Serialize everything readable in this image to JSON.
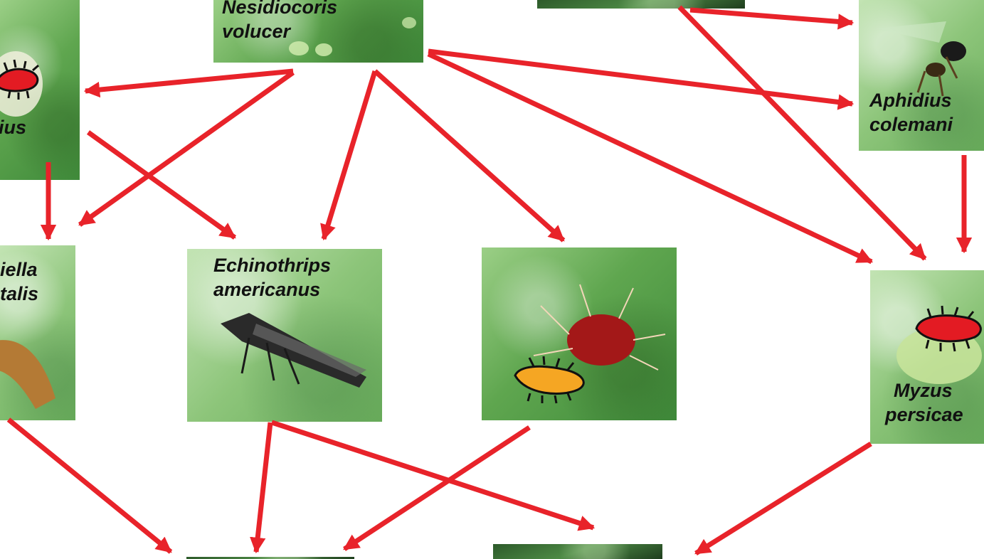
{
  "labels": {
    "nesidiocoris": [
      "Nesidiocoris",
      "volucer"
    ],
    "aphidius": [
      "Aphidius",
      "colemani"
    ],
    "macrolophus_partial": [
      "ius"
    ],
    "orius_partial": [
      "iella",
      "talis"
    ],
    "echinothrips": [
      "Echinothrips",
      "americanus"
    ],
    "myzus": [
      "Myzus",
      "persicae"
    ]
  },
  "colors": {
    "arrow": "#e8232a",
    "pest_badge": "#e31b23",
    "predator_badge": "#f5a623",
    "outline": "#111111"
  }
}
